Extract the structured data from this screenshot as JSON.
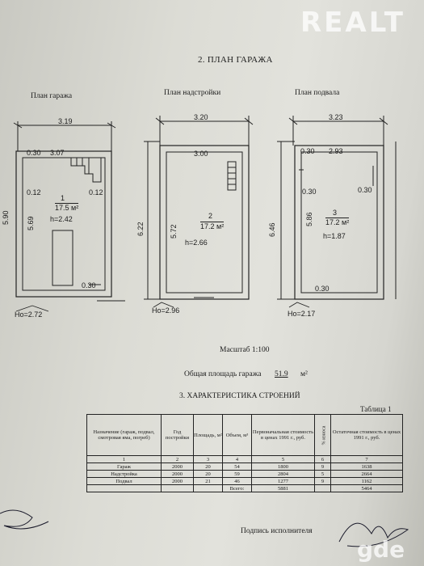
{
  "doc": {
    "section_title": "2. ПЛАН ГАРАЖА",
    "plans": [
      {
        "title": "План гаража",
        "width_dim": "3.19",
        "room_no": "1",
        "room_area": "17.5 м²",
        "height": "h=2.42",
        "inner_dims": [
          "0.30",
          "3.07",
          "0.12",
          "0.12",
          "5.69",
          "0.30"
        ],
        "left_dim": "5.90",
        "ho": "Ho=2.72"
      },
      {
        "title": "План надстройки",
        "width_dim": "3.20",
        "room_no": "2",
        "room_area": "17.2 м²",
        "height": "h=2.66",
        "inner_dims": [
          "3.00",
          "5.72"
        ],
        "left_dim": "6.22",
        "ho": "Ho=2.96"
      },
      {
        "title": "План подвала",
        "width_dim": "3.23",
        "room_no": "3",
        "room_area": "17.2 м²",
        "height": "h=1.87",
        "inner_dims": [
          "0.30",
          "2.93",
          "0.30",
          "0.30",
          "5.86",
          "0.30"
        ],
        "left_dim": "6.46",
        "ho": "Ho=2.17"
      }
    ],
    "scale": "Масштаб 1:100",
    "total_area_label": "Общая площадь гаража",
    "total_area_value": "51.9",
    "total_area_unit": "м²",
    "section3_title": "3. ХАРАКТЕРИСТИКА СТРОЕНИЙ",
    "table_label": "Таблица 1",
    "table_headers": [
      "Назначение (гараж, подвал, смотровая яма, погреб)",
      "Год постройки",
      "Площадь, м²",
      "Объем, м³",
      "Первоначальная стоимость в ценах 1991 г., руб.",
      "% износа",
      "Остаточная стоимость в ценах 1991 г., руб."
    ],
    "table_numbers": [
      "1",
      "2",
      "3",
      "4",
      "5",
      "6",
      "7"
    ],
    "table_rows": [
      [
        "Гараж",
        "2000",
        "20",
        "54",
        "1800",
        "9",
        "1638"
      ],
      [
        "Надстройка",
        "2000",
        "20",
        "59",
        "2804",
        "5",
        "2664"
      ],
      [
        "Подвал",
        "2000",
        "21",
        "46",
        "1277",
        "9",
        "1162"
      ]
    ],
    "total_label": "Всего:",
    "total_initial": "5881",
    "total_residual": "5464",
    "signature_label": "Подпись исполнителя"
  },
  "watermarks": {
    "top": "REALT",
    "bottom": "gde"
  }
}
